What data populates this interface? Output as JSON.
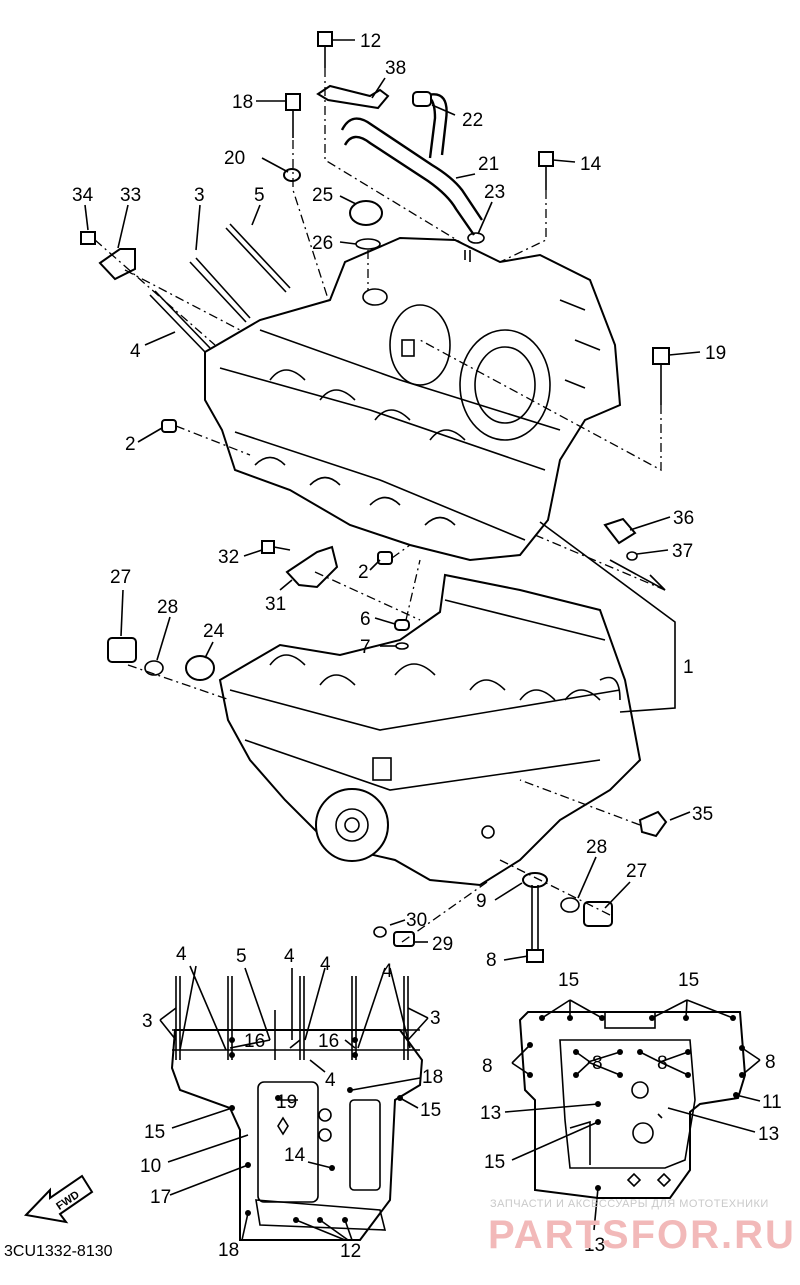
{
  "diagram": {
    "part_code": "3CU1332-8130",
    "fwd_label": "FWD",
    "watermark": {
      "line1": "ЗАПЧАСТИ И АКСЕССУАРЫ ДЛЯ МОТОТЕХНИКИ",
      "line2": "PARTSFOR.RU"
    },
    "callouts": {
      "c12": "12",
      "c38": "38",
      "c18": "18",
      "c22": "22",
      "c20": "20",
      "c21": "21",
      "c14": "14",
      "c34": "34",
      "c33": "33",
      "c3": "3",
      "c5": "5",
      "c25": "25",
      "c23": "23",
      "c26": "26",
      "c19": "19",
      "c4": "4",
      "c2a": "2",
      "c36": "36",
      "c32": "32",
      "c2b": "2",
      "c37": "37",
      "c27": "27",
      "c28": "28",
      "c24": "24",
      "c31": "31",
      "c6": "6",
      "c7": "7",
      "c1": "1",
      "c35": "35",
      "c28b": "28",
      "c27b": "27",
      "c9": "9",
      "c30": "30",
      "c29": "29",
      "c8": "8"
    },
    "left_view": {
      "top4a": "4",
      "top5": "5",
      "top4b": "4",
      "top4c": "4",
      "top4d": "4",
      "l3": "3",
      "r3": "3",
      "b16a": "16",
      "b16b": "16",
      "b4": "4",
      "c18": "18",
      "c19": "19",
      "c15l": "15",
      "c15r": "15",
      "c10": "10",
      "c14": "14",
      "c17": "17",
      "c18b": "18",
      "c12": "12"
    },
    "right_view": {
      "t15a": "15",
      "t15b": "15",
      "l8": "8",
      "i8a": "8",
      "i8b": "8",
      "r8": "8",
      "r11": "11",
      "l13": "13",
      "r13": "13",
      "l15": "15",
      "b13": "13"
    }
  }
}
